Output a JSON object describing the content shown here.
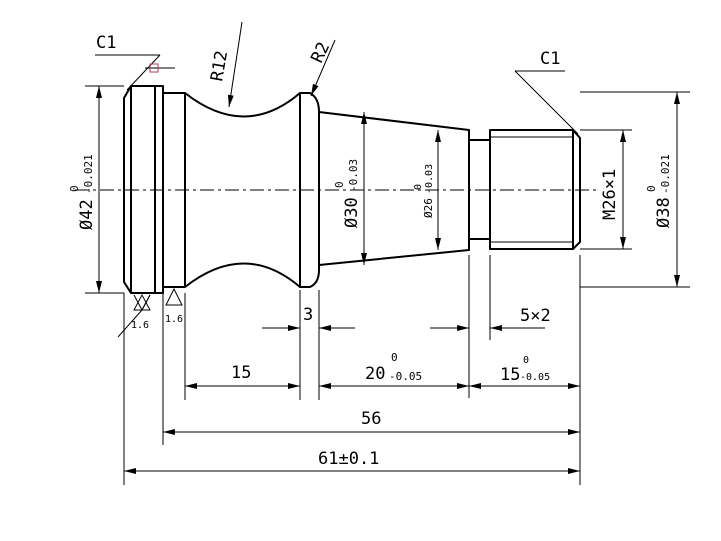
{
  "drawing": {
    "chamfer_left": "C1",
    "chamfer_right": "C1",
    "radius_groove": "R12",
    "radius_fillet": "R2",
    "diameter_42": {
      "base": "Ø42",
      "upper": "0",
      "lower": "-0.021"
    },
    "diameter_30": {
      "base": "Ø30",
      "upper": "0",
      "lower": "-0.03"
    },
    "diameter_26": {
      "base": "Ø26",
      "upper": "0",
      "lower": "-0.03"
    },
    "thread": "M26×1",
    "diameter_38": {
      "base": "Ø38",
      "upper": "0",
      "lower": "-0.021"
    },
    "roughness_1": "1.6",
    "roughness_2": "1.6",
    "dim_3": "3",
    "dim_5x2": "5×2",
    "dim_15": "15",
    "dim_20": {
      "base": "20",
      "upper": "0",
      "lower": "-0.05"
    },
    "dim_15b": {
      "base": "15",
      "upper": "0",
      "lower": "-0.05"
    },
    "dim_56": "56",
    "dim_61": "61±0.1"
  }
}
